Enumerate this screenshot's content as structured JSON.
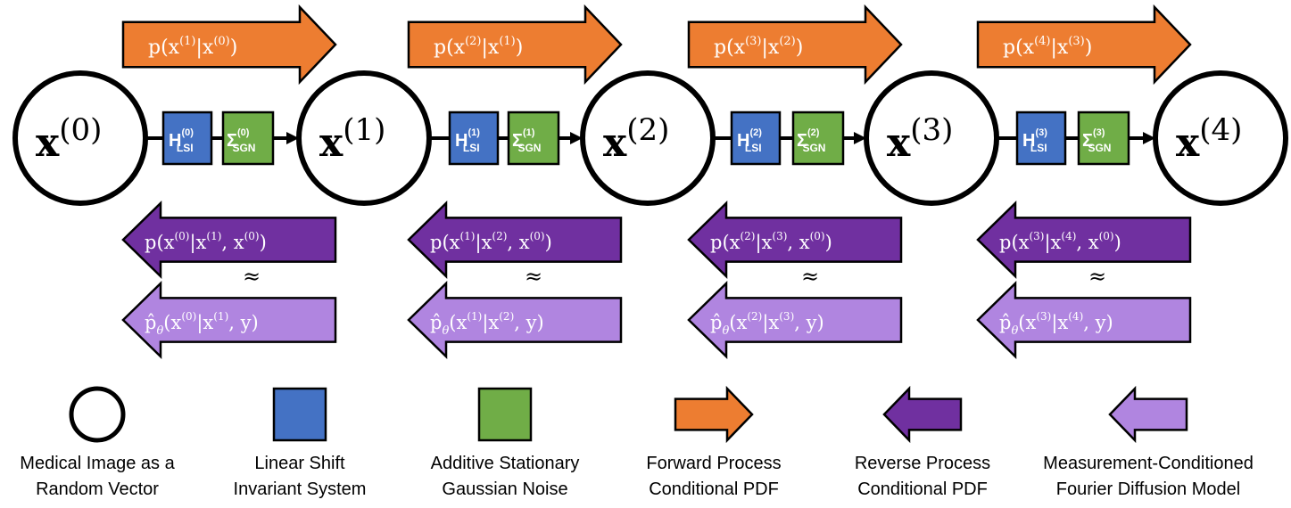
{
  "colors": {
    "forward": "#ED7D31",
    "reverse": "#7030A0",
    "reverse_model": "#B085E0",
    "lsi": "#4472C4",
    "noise": "#70AD47",
    "stroke": "#000000"
  },
  "nodes": [
    {
      "var": "x",
      "sup": "(0)"
    },
    {
      "var": "x",
      "sup": "(1)"
    },
    {
      "var": "x",
      "sup": "(2)"
    },
    {
      "var": "x",
      "sup": "(3)"
    },
    {
      "var": "x",
      "sup": "(4)"
    }
  ],
  "operators": [
    {
      "h": "H",
      "h_sup": "(0)",
      "h_sub": "LSI",
      "s": "Σ",
      "s_sup": "(0)",
      "s_sub": "SGN"
    },
    {
      "h": "H",
      "h_sup": "(1)",
      "h_sub": "LSI",
      "s": "Σ",
      "s_sup": "(1)",
      "s_sub": "SGN"
    },
    {
      "h": "H",
      "h_sup": "(2)",
      "h_sub": "LSI",
      "s": "Σ",
      "s_sup": "(2)",
      "s_sub": "SGN"
    },
    {
      "h": "H",
      "h_sup": "(3)",
      "h_sub": "LSI",
      "s": "Σ",
      "s_sup": "(3)",
      "s_sub": "SGN"
    }
  ],
  "forward_arrows": [
    {
      "p": "p(x",
      "a": "(1)",
      "mid": "|x",
      "b": "(0)",
      "end": ")"
    },
    {
      "p": "p(x",
      "a": "(2)",
      "mid": "|x",
      "b": "(1)",
      "end": ")"
    },
    {
      "p": "p(x",
      "a": "(3)",
      "mid": "|x",
      "b": "(2)",
      "end": ")"
    },
    {
      "p": "p(x",
      "a": "(4)",
      "mid": "|x",
      "b": "(3)",
      "end": ")"
    }
  ],
  "reverse_arrows": [
    {
      "p": "p(x",
      "a": "(0)",
      "mid": "|x",
      "b": "(1)",
      "mid2": ", x",
      "c": "(0)",
      "end": ")"
    },
    {
      "p": "p(x",
      "a": "(1)",
      "mid": "|x",
      "b": "(2)",
      "mid2": ", x",
      "c": "(0)",
      "end": ")"
    },
    {
      "p": "p(x",
      "a": "(2)",
      "mid": "|x",
      "b": "(3)",
      "mid2": ", x",
      "c": "(0)",
      "end": ")"
    },
    {
      "p": "p(x",
      "a": "(3)",
      "mid": "|x",
      "b": "(4)",
      "mid2": ", x",
      "c": "(0)",
      "end": ")"
    }
  ],
  "approx_symbol": "≈",
  "model_arrows": [
    {
      "p": "p̂",
      "sub": "θ",
      "open": "(x",
      "a": "(0)",
      "mid": "|x",
      "b": "(1)",
      "end": ", y)"
    },
    {
      "p": "p̂",
      "sub": "θ",
      "open": "(x",
      "a": "(1)",
      "mid": "|x",
      "b": "(2)",
      "end": ", y)"
    },
    {
      "p": "p̂",
      "sub": "θ",
      "open": "(x",
      "a": "(2)",
      "mid": "|x",
      "b": "(3)",
      "end": ", y)"
    },
    {
      "p": "p̂",
      "sub": "θ",
      "open": "(x",
      "a": "(3)",
      "mid": "|x",
      "b": "(4)",
      "end": ", y)"
    }
  ],
  "legend": [
    {
      "icon": "circle-icon",
      "line1": "Medical Image as a",
      "line2": "Random Vector"
    },
    {
      "icon": "blue-square-icon",
      "line1": "Linear Shift",
      "line2": "Invariant System"
    },
    {
      "icon": "green-square-icon",
      "line1": "Additive Stationary",
      "line2": "Gaussian Noise"
    },
    {
      "icon": "orange-right-arrow-icon",
      "line1": "Forward Process",
      "line2": "Conditional PDF"
    },
    {
      "icon": "purple-left-arrow-icon",
      "line1": "Reverse Process",
      "line2": "Conditional PDF"
    },
    {
      "icon": "lavender-left-arrow-icon",
      "line1": "Measurement-Conditioned",
      "line2": "Fourier Diffusion Model"
    }
  ]
}
